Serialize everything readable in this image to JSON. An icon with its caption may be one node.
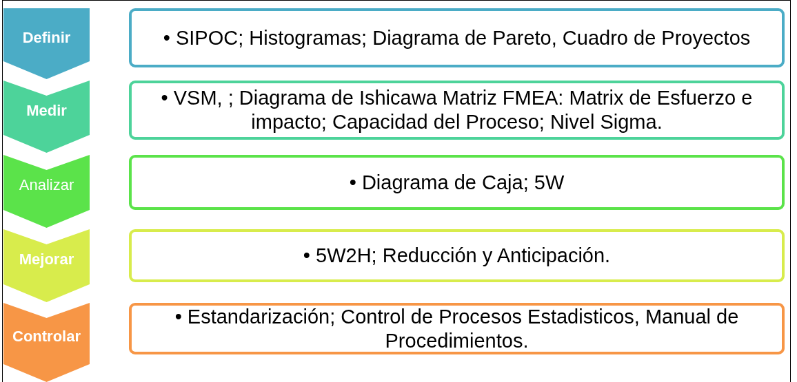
{
  "diagram": {
    "nodes": [
      {
        "text": [
          "Definir"
        ]
      },
      {
        "text": [
          "• SIPOC; Histogramas; Diagrama de Pareto, Cuadro de Proyectos"
        ]
      },
      {
        "text": [
          "Medir"
        ]
      },
      {
        "text": [
          "• VSM, ; Diagrama de Ishicawa Matriz FMEA: Matrix de Esfuerzo e impacto; Capacidad del Proceso; Nivel Sigma."
        ]
      },
      {
        "text": [
          "Analizar"
        ]
      },
      {
        "text": [
          "• Diagrama de Caja; 5W"
        ]
      },
      {
        "text": [
          "Mejorar"
        ]
      },
      {
        "text": [
          "• 5W2H; Reducción y Anticipación."
        ]
      },
      {
        "text": [
          "Controlar"
        ]
      },
      {
        "text": [
          "• Estandarización; Control de Procesos Estadisticos, Manual de Procedimientos."
        ]
      }
    ]
  }
}
